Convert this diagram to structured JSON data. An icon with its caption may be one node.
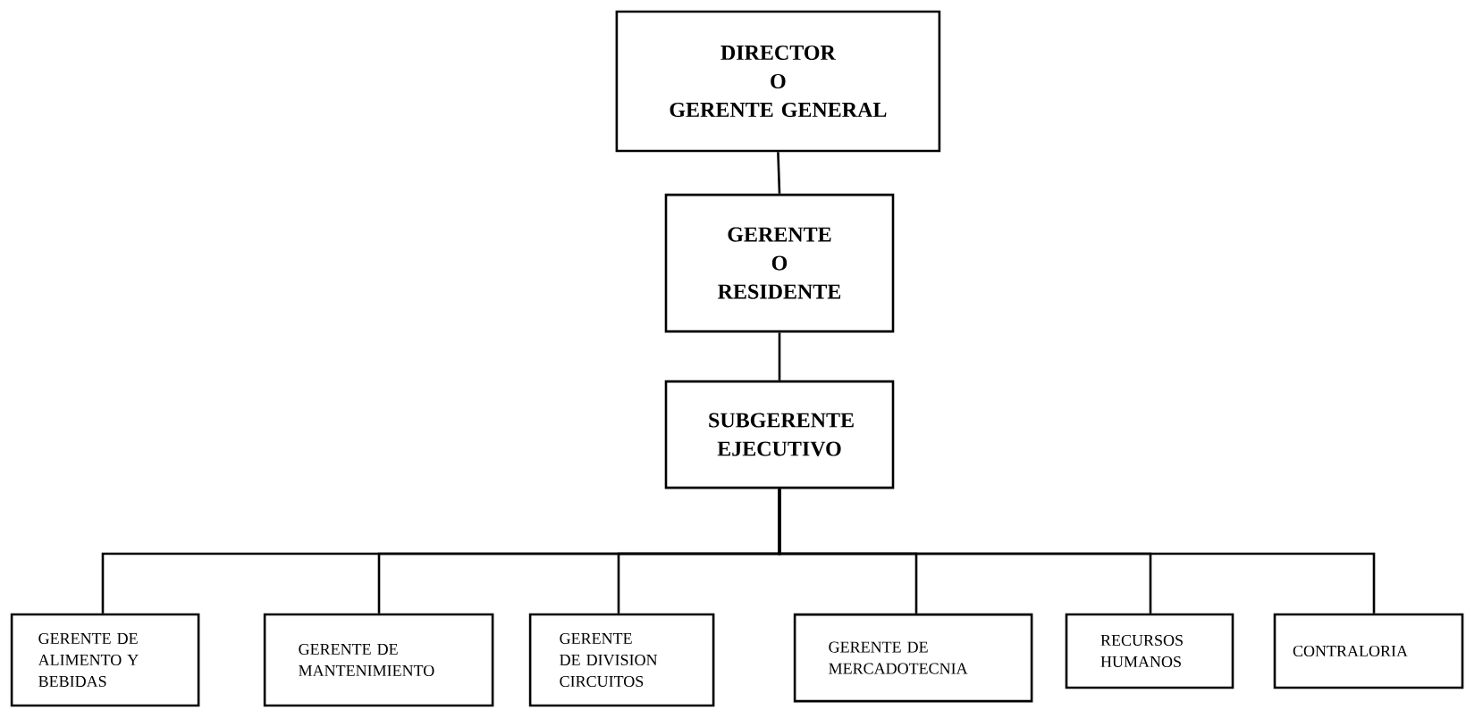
{
  "diagram": {
    "nodes": [
      {
        "text": [
          "DIRECTOR",
          "O",
          "GERENTE GENERAL"
        ]
      },
      {
        "text": [
          "GERENTE",
          "O",
          "RESIDENTE"
        ]
      },
      {
        "text": [
          "SUBGERENTE EJECUTIVO"
        ]
      },
      {
        "text": [
          "GERENTE DE ALIMENTO Y BEBIDAS"
        ]
      },
      {
        "text": [
          "GERENTE DE MANTENIMIENTO"
        ]
      },
      {
        "text": [
          "GERENTE DE DIVISION CIRCUITOS"
        ]
      },
      {
        "text": [
          "GERENTE DE MERCADOTECNIA"
        ]
      },
      {
        "text": [
          "RECURSOS HUMANOS"
        ]
      },
      {
        "text": [
          "CONTRALORIA"
        ]
      }
    ],
    "edges": [
      {
        "from": 0,
        "to": 1,
        "arrow": "none"
      },
      {
        "from": 1,
        "to": 2,
        "arrow": "none"
      },
      {
        "from": 2,
        "to": 3,
        "arrow": "none"
      },
      {
        "from": 2,
        "to": 4,
        "arrow": "none"
      },
      {
        "from": 2,
        "to": 5,
        "arrow": "none"
      },
      {
        "from": 2,
        "to": 6,
        "arrow": "none"
      },
      {
        "from": 2,
        "to": 7,
        "arrow": "none"
      },
      {
        "from": 2,
        "to": 8,
        "arrow": "none"
      }
    ]
  }
}
